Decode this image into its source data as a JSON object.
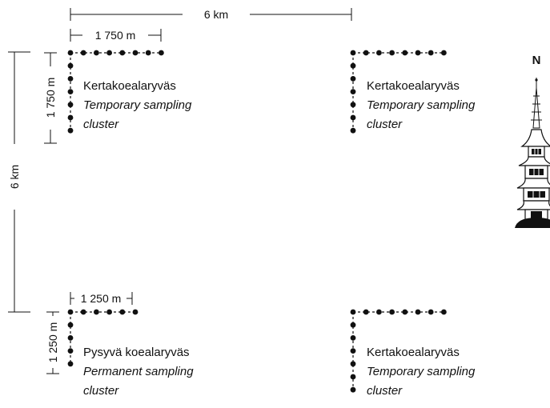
{
  "dimensions": {
    "spacing_horizontal": "6 km",
    "spacing_vertical": "6 km",
    "temporary_arm": "1 750 m",
    "temporary_arm_vertical": "1 750 m",
    "permanent_arm": "1 250 m",
    "permanent_arm_vertical": "1 250 m"
  },
  "clusters": [
    {
      "id": "top-left",
      "kind": "temporary",
      "dots_horizontal": 8,
      "dots_vertical": 7,
      "label_fi": "Kertakoealaryväs",
      "label_en_1": "Temporary sampling",
      "label_en_2": "cluster"
    },
    {
      "id": "top-right",
      "kind": "temporary",
      "dots_horizontal": 8,
      "dots_vertical": 7,
      "label_fi": "Kertakoealaryväs",
      "label_en_1": "Temporary sampling",
      "label_en_2": "cluster"
    },
    {
      "id": "bottom-left",
      "kind": "permanent",
      "dots_horizontal": 6,
      "dots_vertical": 5,
      "label_fi": "Pysyvä koealaryväs",
      "label_en_1": "Permanent sampling",
      "label_en_2": "cluster"
    },
    {
      "id": "bottom-right",
      "kind": "temporary",
      "dots_horizontal": 8,
      "dots_vertical": 7,
      "label_fi": "Kertakoealaryväs",
      "label_en_1": "Temporary sampling",
      "label_en_2": "cluster"
    }
  ],
  "north_arrow": {
    "label": "N",
    "icon": "pagoda-north-arrow-icon"
  },
  "colors": {
    "ink": "#111111",
    "background": "#ffffff"
  }
}
